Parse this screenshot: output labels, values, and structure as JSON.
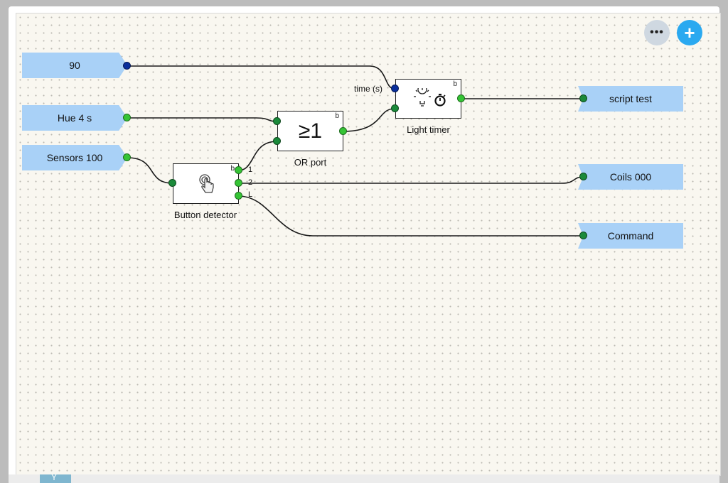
{
  "toolbar": {
    "more_label": "•••",
    "add_label": "+"
  },
  "inputs": {
    "value_90": "90",
    "hue": "Hue 4 s",
    "sensors": "Sensors 100"
  },
  "outputs": {
    "script_test": "script test",
    "coils": "Coils 000",
    "command": "Command"
  },
  "blocks": {
    "or_port": {
      "symbol": "≥1",
      "caption": "OR port",
      "badge": "b"
    },
    "light_timer": {
      "caption": "Light timer",
      "badge": "b",
      "time_label": "time (s)"
    },
    "button_detector": {
      "caption": "Button detector",
      "badge": "b",
      "out1": "1",
      "out2": "2",
      "out3": "L"
    }
  },
  "bottom": {
    "tab_glyph": "Y"
  },
  "colors": {
    "tag_fill": "#a9d1f7",
    "port_green": "#35c435",
    "port_blue": "#0a2f9c",
    "accent": "#2aa9f0"
  }
}
